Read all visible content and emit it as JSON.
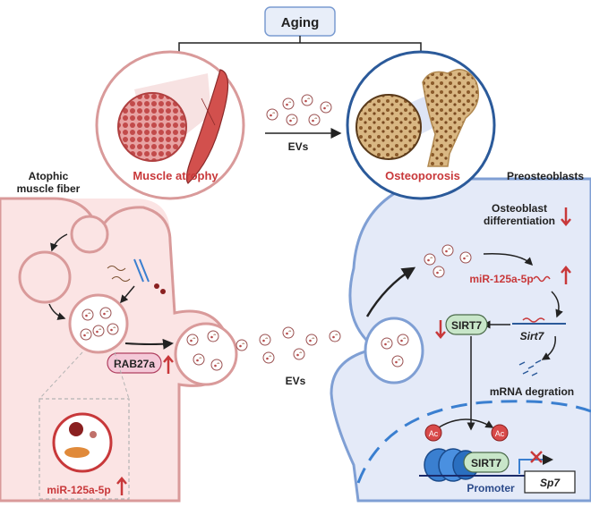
{
  "title": "Aging",
  "muscle_label": "Muscle atrophy",
  "bone_label": "Osteoporosis",
  "evs_top": "EVs",
  "evs_middle": "EVs",
  "fiber_label_line1": "Atophic",
  "fiber_label_line2": "muscle fiber",
  "preosteo_label": "Preosteoblasts",
  "osteo_diff_line1": "Osteoblast",
  "osteo_diff_line2": "differentiation",
  "mir_right": "miR-125a-5p",
  "sirt7_mrna": "Sirt7",
  "sirt7_protein": "SIRT7",
  "sirt7_nucleus": "SIRT7",
  "mrna_degration": "mRNA degration",
  "rab27a": "RAB27a",
  "mir_left": "miR-125a-5p",
  "ac_label": "Ac",
  "promoter": "Promoter",
  "sp7": "Sp7",
  "colors": {
    "muscle_bg": "#fbe4e4",
    "muscle_membrane": "#d99a9a",
    "bone_bg": "#e4eaf8",
    "bone_membrane": "#7f9fd4",
    "accent_red": "#c8383a",
    "nucleus": "#3a7fd0"
  }
}
